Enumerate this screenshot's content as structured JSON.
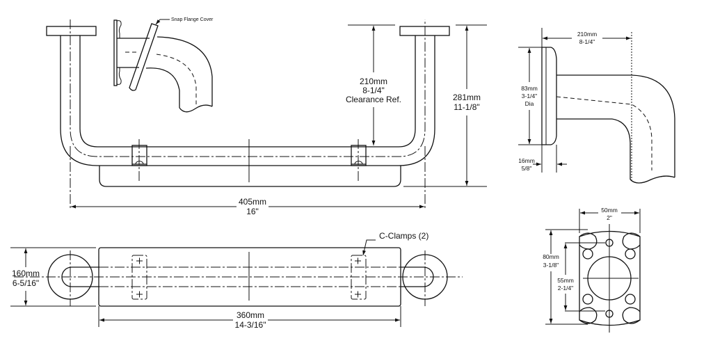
{
  "title": "Grab bar with snap flange - dimension drawing",
  "callouts": {
    "snap_flange_cover": "Snap Flange Cover",
    "c_clamps": "C-Clamps (2)"
  },
  "front_view": {
    "clearance": {
      "mm": "210mm",
      "in": "8-1/4\"",
      "note": "Clearance Ref."
    },
    "height": {
      "mm": "281mm",
      "in": "11-1/8\""
    },
    "length": {
      "mm": "405mm",
      "in": "16\""
    }
  },
  "side_view": {
    "projection": {
      "mm": "210mm",
      "in": "8-1/4\""
    },
    "flange_dia": {
      "mm": "83mm",
      "in": "3-1/4\"",
      "note": "Dia"
    },
    "flange_depth": {
      "mm": "16mm",
      "in": "5/8\""
    }
  },
  "top_view": {
    "depth": {
      "mm": "160mm",
      "in": "6-5/16\""
    },
    "pad_length": {
      "mm": "360mm",
      "in": "14-3/16\""
    }
  },
  "plate_view": {
    "width": {
      "mm": "50mm",
      "in": "2\""
    },
    "height": {
      "mm": "80mm",
      "in": "3-1/8\""
    },
    "hole_spacing": {
      "mm": "55mm",
      "in": "2-1/4\""
    }
  }
}
